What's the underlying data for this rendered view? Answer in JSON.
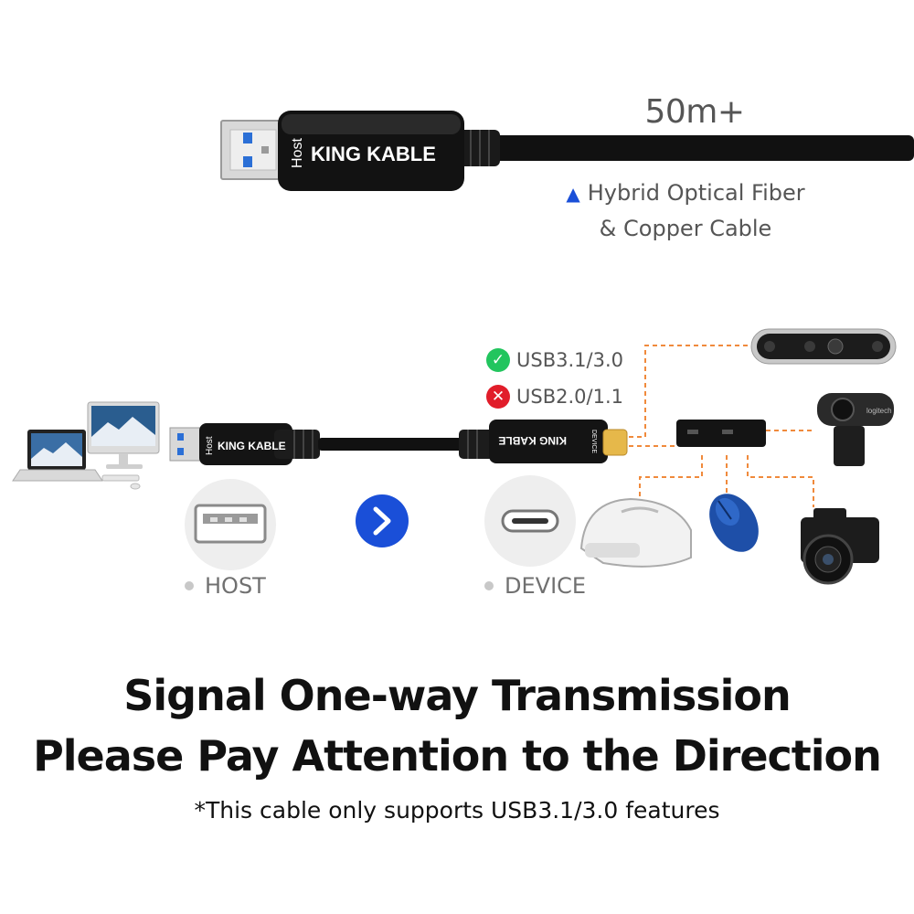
{
  "top_cable": {
    "brand": "KING KABLE",
    "end_label": "Host",
    "length": "50m+",
    "description_line1": "Hybrid Optical Fiber",
    "description_line2": "& Copper Cable"
  },
  "diagram_cable": {
    "host_brand": "KING KABLE",
    "host_end_label": "Host",
    "device_brand": "KING KABLE",
    "device_end_label": "DEVICE"
  },
  "compatibility": {
    "supported": "USB3.1/3.0",
    "unsupported": "USB2.0/1.1"
  },
  "ports": {
    "host_label": "HOST",
    "device_label": "DEVICE"
  },
  "headline": {
    "line1": "Signal One-way Transmission",
    "line2": "Please Pay Attention to the Direction"
  },
  "footnote": "*This cable only supports USB3.1/3.0 features",
  "webcam_brand": "logitech",
  "colors": {
    "accent_blue": "#1a4fd8",
    "check_green": "#22c55e",
    "cross_red": "#e11d2a",
    "dashed_orange": "#f08a3c",
    "usb_blue": "#2b6fd6",
    "connector_gold": "#e6b84a"
  }
}
